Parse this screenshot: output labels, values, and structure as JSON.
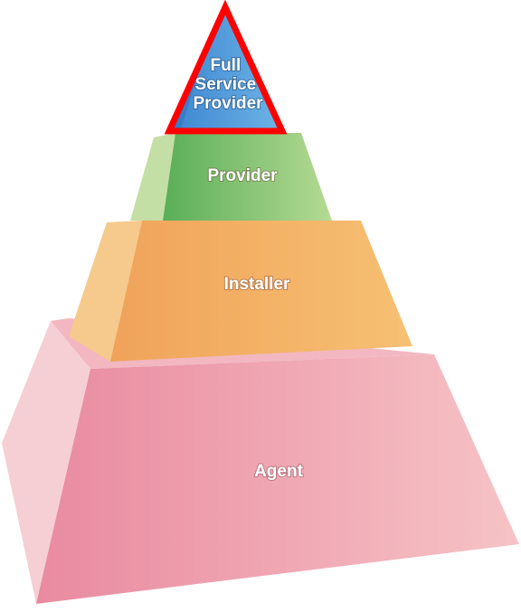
{
  "diagram": {
    "type": "stepped-pyramid",
    "tiers": [
      {
        "id": "full-service-provider",
        "label_lines": [
          "Full",
          "Service",
          "Provider"
        ],
        "fill_color": "#3f93d8",
        "outline_color": "#ff0000",
        "highlighted": true
      },
      {
        "id": "provider",
        "label_lines": [
          "Provider"
        ],
        "fill_color": "#6bbd62",
        "highlighted": false
      },
      {
        "id": "installer",
        "label_lines": [
          "Installer"
        ],
        "fill_color": "#f3ac5f",
        "highlighted": false
      },
      {
        "id": "agent",
        "label_lines": [
          "Agent"
        ],
        "fill_color": "#eb94a3",
        "highlighted": false
      }
    ]
  }
}
